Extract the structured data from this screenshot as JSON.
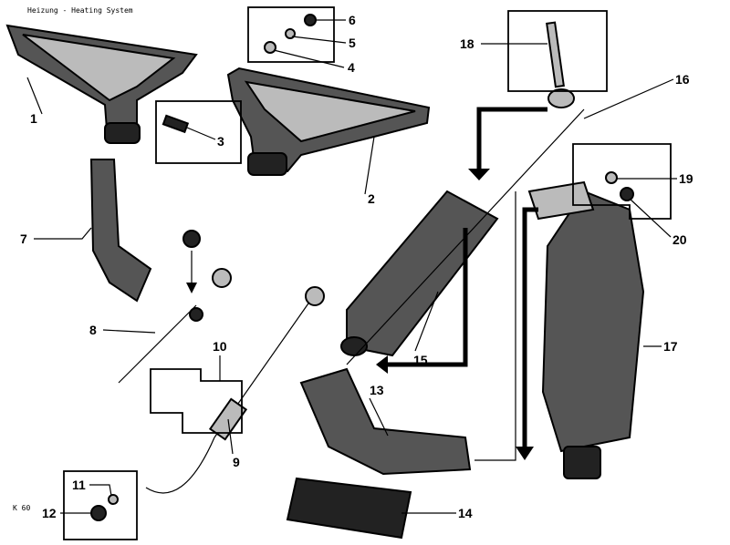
{
  "title": "Heizung - Heating System",
  "code": "K 60",
  "labels": {
    "p1": "1",
    "p2": "2",
    "p3": "3",
    "p4": "4",
    "p5": "5",
    "p6": "6",
    "p7": "7",
    "p8": "8",
    "p9": "9",
    "p10": "10",
    "p11": "11",
    "p12": "12",
    "p13": "13",
    "p14": "14",
    "p15": "15",
    "p16": "16",
    "p17": "17",
    "p18": "18",
    "p19": "19",
    "p20": "20"
  }
}
